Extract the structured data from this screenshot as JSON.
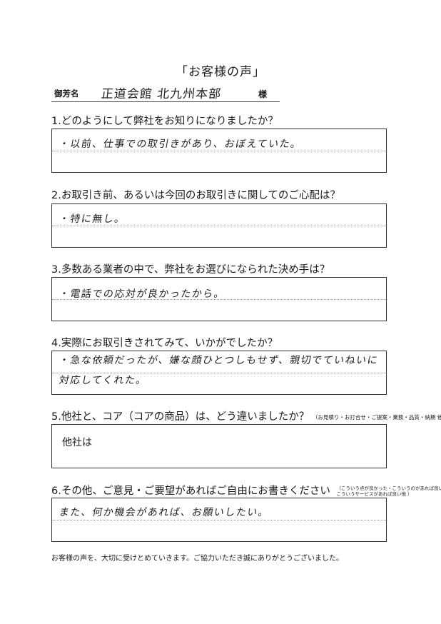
{
  "document": {
    "title": "「お客様の声」",
    "name_label": "御芳名",
    "name_value": "正道会館 北九州本部",
    "name_suffix": "様"
  },
  "questions": [
    {
      "text": "1.どのようにして弊社をお知りになりましたか？",
      "lines": [
        "・以前、仕事での取引きがあり、おぼえていた。"
      ]
    },
    {
      "text": "2.お取引き前、あるいは今回のお取引きに関してのご心配は？",
      "lines": [
        "・特に無し。"
      ]
    },
    {
      "text": "3.多数ある業者の中で、弊社をお選びになられた決め手は？",
      "lines": [
        "・電話での応対が良かったから。"
      ]
    },
    {
      "text": "4.実際にお取引きされてみて、いかがでしたか？",
      "lines": [
        "・急な依頼だったが、嫌な顔ひとつしもせず、親切でていねいに",
        "対応してくれた。"
      ]
    },
    {
      "text": "5.他社と、コア（コアの商品）は、どう違いましたか？",
      "note": "（お見積り・お打合せ・ご提案・業務・品質・納期 他）",
      "printed": "他社は"
    },
    {
      "text": "6.その他、ご意見・ご要望があればご自由にお書きください",
      "note_lines": [
        "（こういう点が良かった・こういうのがあれば良い",
        "こういうサービスがあれば良い他 ）"
      ],
      "lines": [
        "また、何か機会があれば、お願いしたい。"
      ]
    }
  ],
  "footer": "お客様の声を、大切に受けとめていきます。ご協力いただき誠にありがとうございました。"
}
